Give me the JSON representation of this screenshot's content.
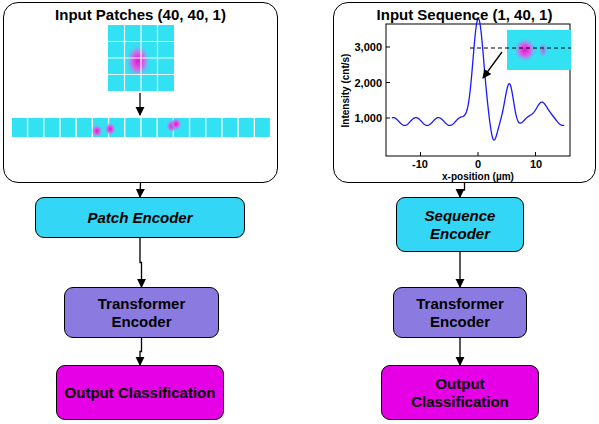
{
  "diagram": {
    "nodes": [
      {
        "text": [
          "Input Patches (40, 40, 1)"
        ]
      },
      {
        "text": [
          "Patch Encoder"
        ]
      },
      {
        "text": [
          "Transformer Encoder"
        ]
      },
      {
        "text": [
          "Output Classification"
        ]
      },
      {
        "text": [
          "Input Sequence (1, 40, 1)"
        ]
      },
      {
        "text": [
          "Sequence Encoder"
        ]
      },
      {
        "text": [
          "Transformer Encoder"
        ]
      },
      {
        "text": [
          "Output Classification"
        ]
      }
    ],
    "edges": [
      {
        "from": 0,
        "to": 1,
        "arrow": "to"
      },
      {
        "from": 1,
        "to": 2,
        "arrow": "to"
      },
      {
        "from": 2,
        "to": 3,
        "arrow": "to"
      },
      {
        "from": 4,
        "to": 5,
        "arrow": "to"
      },
      {
        "from": 5,
        "to": 6,
        "arrow": "to"
      },
      {
        "from": 6,
        "to": 7,
        "arrow": "to"
      }
    ],
    "labels": [
      "Intensity (cnt/s)",
      "3,000",
      "2,000",
      "1,000",
      "-10",
      "0",
      "10",
      "x-position (µm)"
    ]
  }
}
